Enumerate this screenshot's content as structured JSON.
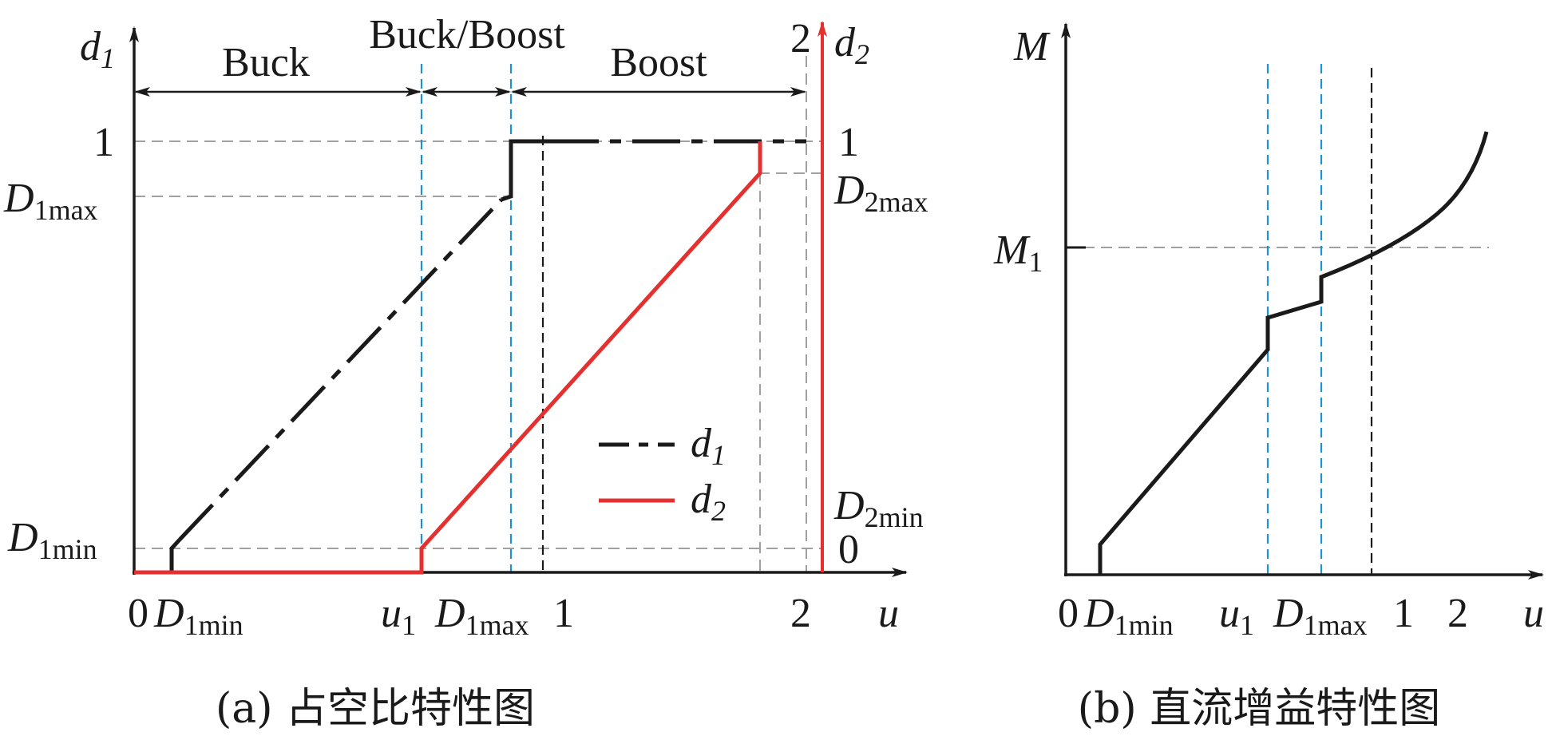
{
  "colors": {
    "axis": "#1a1a1a",
    "d1": "#1a1a1a",
    "d2": "#e53030",
    "guide": "#a0a0a0",
    "blue_guide": "#1f8fd6"
  },
  "panel_a": {
    "caption": "(a) 占空比特性图",
    "y_left_axis": {
      "symbol": "d",
      "sub": "1"
    },
    "y_right_axis": {
      "symbol": "d",
      "sub": "2",
      "top_tick": "2"
    },
    "x_axis": {
      "symbol": "u"
    },
    "regions": {
      "buck": "Buck",
      "buck_boost": "Buck/Boost",
      "boost": "Boost"
    },
    "left_ticks": {
      "one": "1",
      "d1max": {
        "main": "D",
        "sub": "1max"
      },
      "d1min": {
        "main": "D",
        "sub": "1min"
      }
    },
    "right_ticks": {
      "one": "1",
      "d2max": {
        "main": "D",
        "sub": "2max"
      },
      "d2min": {
        "main": "D",
        "sub": "2min"
      },
      "zero": "0"
    },
    "x_ticks": {
      "zero": "0",
      "d1min": {
        "main": "D",
        "sub": "1min"
      },
      "u1": {
        "main": "u",
        "sub": "1"
      },
      "d1max": {
        "main": "D",
        "sub": "1max"
      },
      "one": "1",
      "two": "2"
    },
    "legend": [
      {
        "symbol": "d",
        "sub": "1",
        "style": "dash-dot",
        "color": "#1a1a1a"
      },
      {
        "symbol": "d",
        "sub": "2",
        "style": "solid",
        "color": "#e53030"
      }
    ]
  },
  "panel_b": {
    "caption": "(b) 直流增益特性图",
    "y_axis": {
      "symbol": "M"
    },
    "x_axis": {
      "symbol": "u"
    },
    "y_ticks": {
      "m1": {
        "main": "M",
        "sub": "1"
      }
    },
    "x_ticks": {
      "zero": "0",
      "d1min": {
        "main": "D",
        "sub": "1min"
      },
      "u1": {
        "main": "u",
        "sub": "1"
      },
      "d1max": {
        "main": "D",
        "sub": "1max"
      },
      "one": "1",
      "two": "2"
    }
  },
  "chart_data": [
    {
      "type": "line",
      "x_marks": [
        "0",
        "D1min",
        "u1",
        "D1max",
        "1",
        "2"
      ],
      "series": [
        {
          "name": "d1",
          "style": "dash-dot",
          "points": [
            [
              "0",
              "0"
            ],
            [
              "D1min",
              "0"
            ],
            [
              "D1min",
              "D1min"
            ],
            [
              "D1max",
              "D1max"
            ],
            [
              "D1max",
              "1"
            ],
            [
              "2",
              "1"
            ]
          ]
        },
        {
          "name": "d2",
          "style": "solid",
          "points": [
            [
              "0",
              "0"
            ],
            [
              "u1",
              "0"
            ],
            [
              "u1",
              "D2min"
            ],
            [
              "D2max",
              "D2max"
            ],
            [
              "D2max",
              "1"
            ]
          ]
        }
      ],
      "regions": [
        "Buck",
        "Buck/Boost",
        "Boost"
      ]
    },
    {
      "type": "line",
      "x_marks": [
        "0",
        "D1min",
        "u1",
        "D1max",
        "1",
        "2"
      ],
      "y_marks": [
        "M1"
      ],
      "series": [
        {
          "name": "M",
          "style": "solid",
          "shape": "linear rise from D1min to u1, step up at u1, shallow rise to D1max, step up at D1max, rise beyond M1 near u=1, upward curve toward u=2"
        }
      ]
    }
  ]
}
